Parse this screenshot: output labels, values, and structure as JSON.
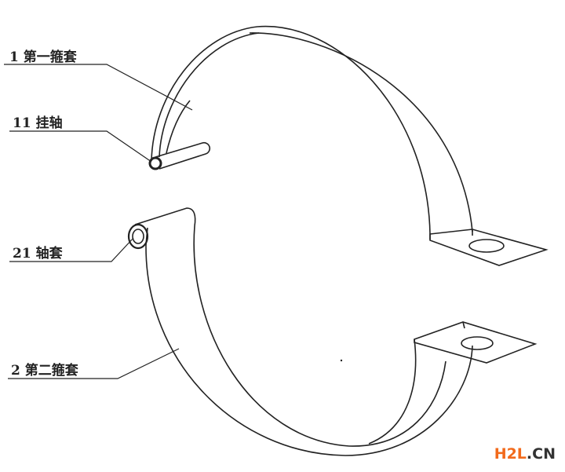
{
  "labels": {
    "first_hoop": "1 第一箍套",
    "hanging_shaft": "11 挂轴",
    "shaft_sleeve": "21 轴套",
    "second_hoop": "2 第二箍套"
  },
  "watermark": {
    "brand": "H2L",
    "suffix": ".CN",
    "brand_color": "#f26a1b",
    "suffix_color": "#333333"
  }
}
